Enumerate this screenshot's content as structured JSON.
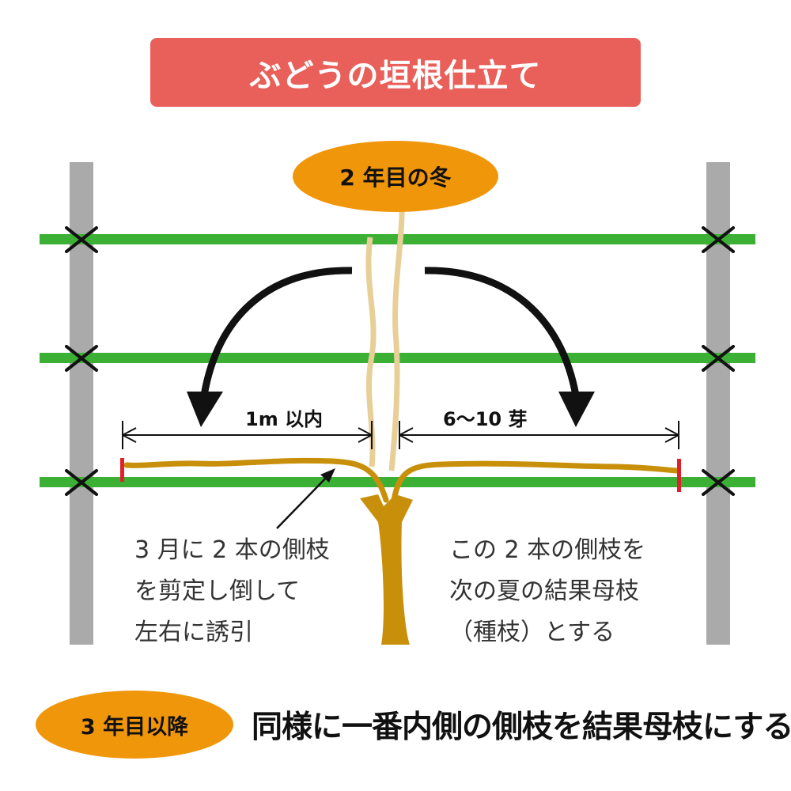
{
  "title": "ぶどうの垣根仕立て",
  "stage_label": "2 年目の冬",
  "dimension_left": "1m 以内",
  "dimension_right": "6〜10 芽",
  "note_left": [
    "3 月に 2 本の側枝",
    "を剪定し倒して",
    "左右に誘引"
  ],
  "note_right": [
    "この 2 本の側枝を",
    "次の夏の結果母枝",
    "（種枝）とする"
  ],
  "bottom_badge": "3 年目以降",
  "bottom_text": "同様に一番内側の側枝を結果母枝にする",
  "colors": {
    "title_bg": "#e9605a",
    "badge": "#f0960a",
    "wire": "#3cb034",
    "pole": "#aaaaaa",
    "vine": "#c8900a",
    "young_shoot": "#e8cf98",
    "cut_mark": "#e0202a"
  }
}
